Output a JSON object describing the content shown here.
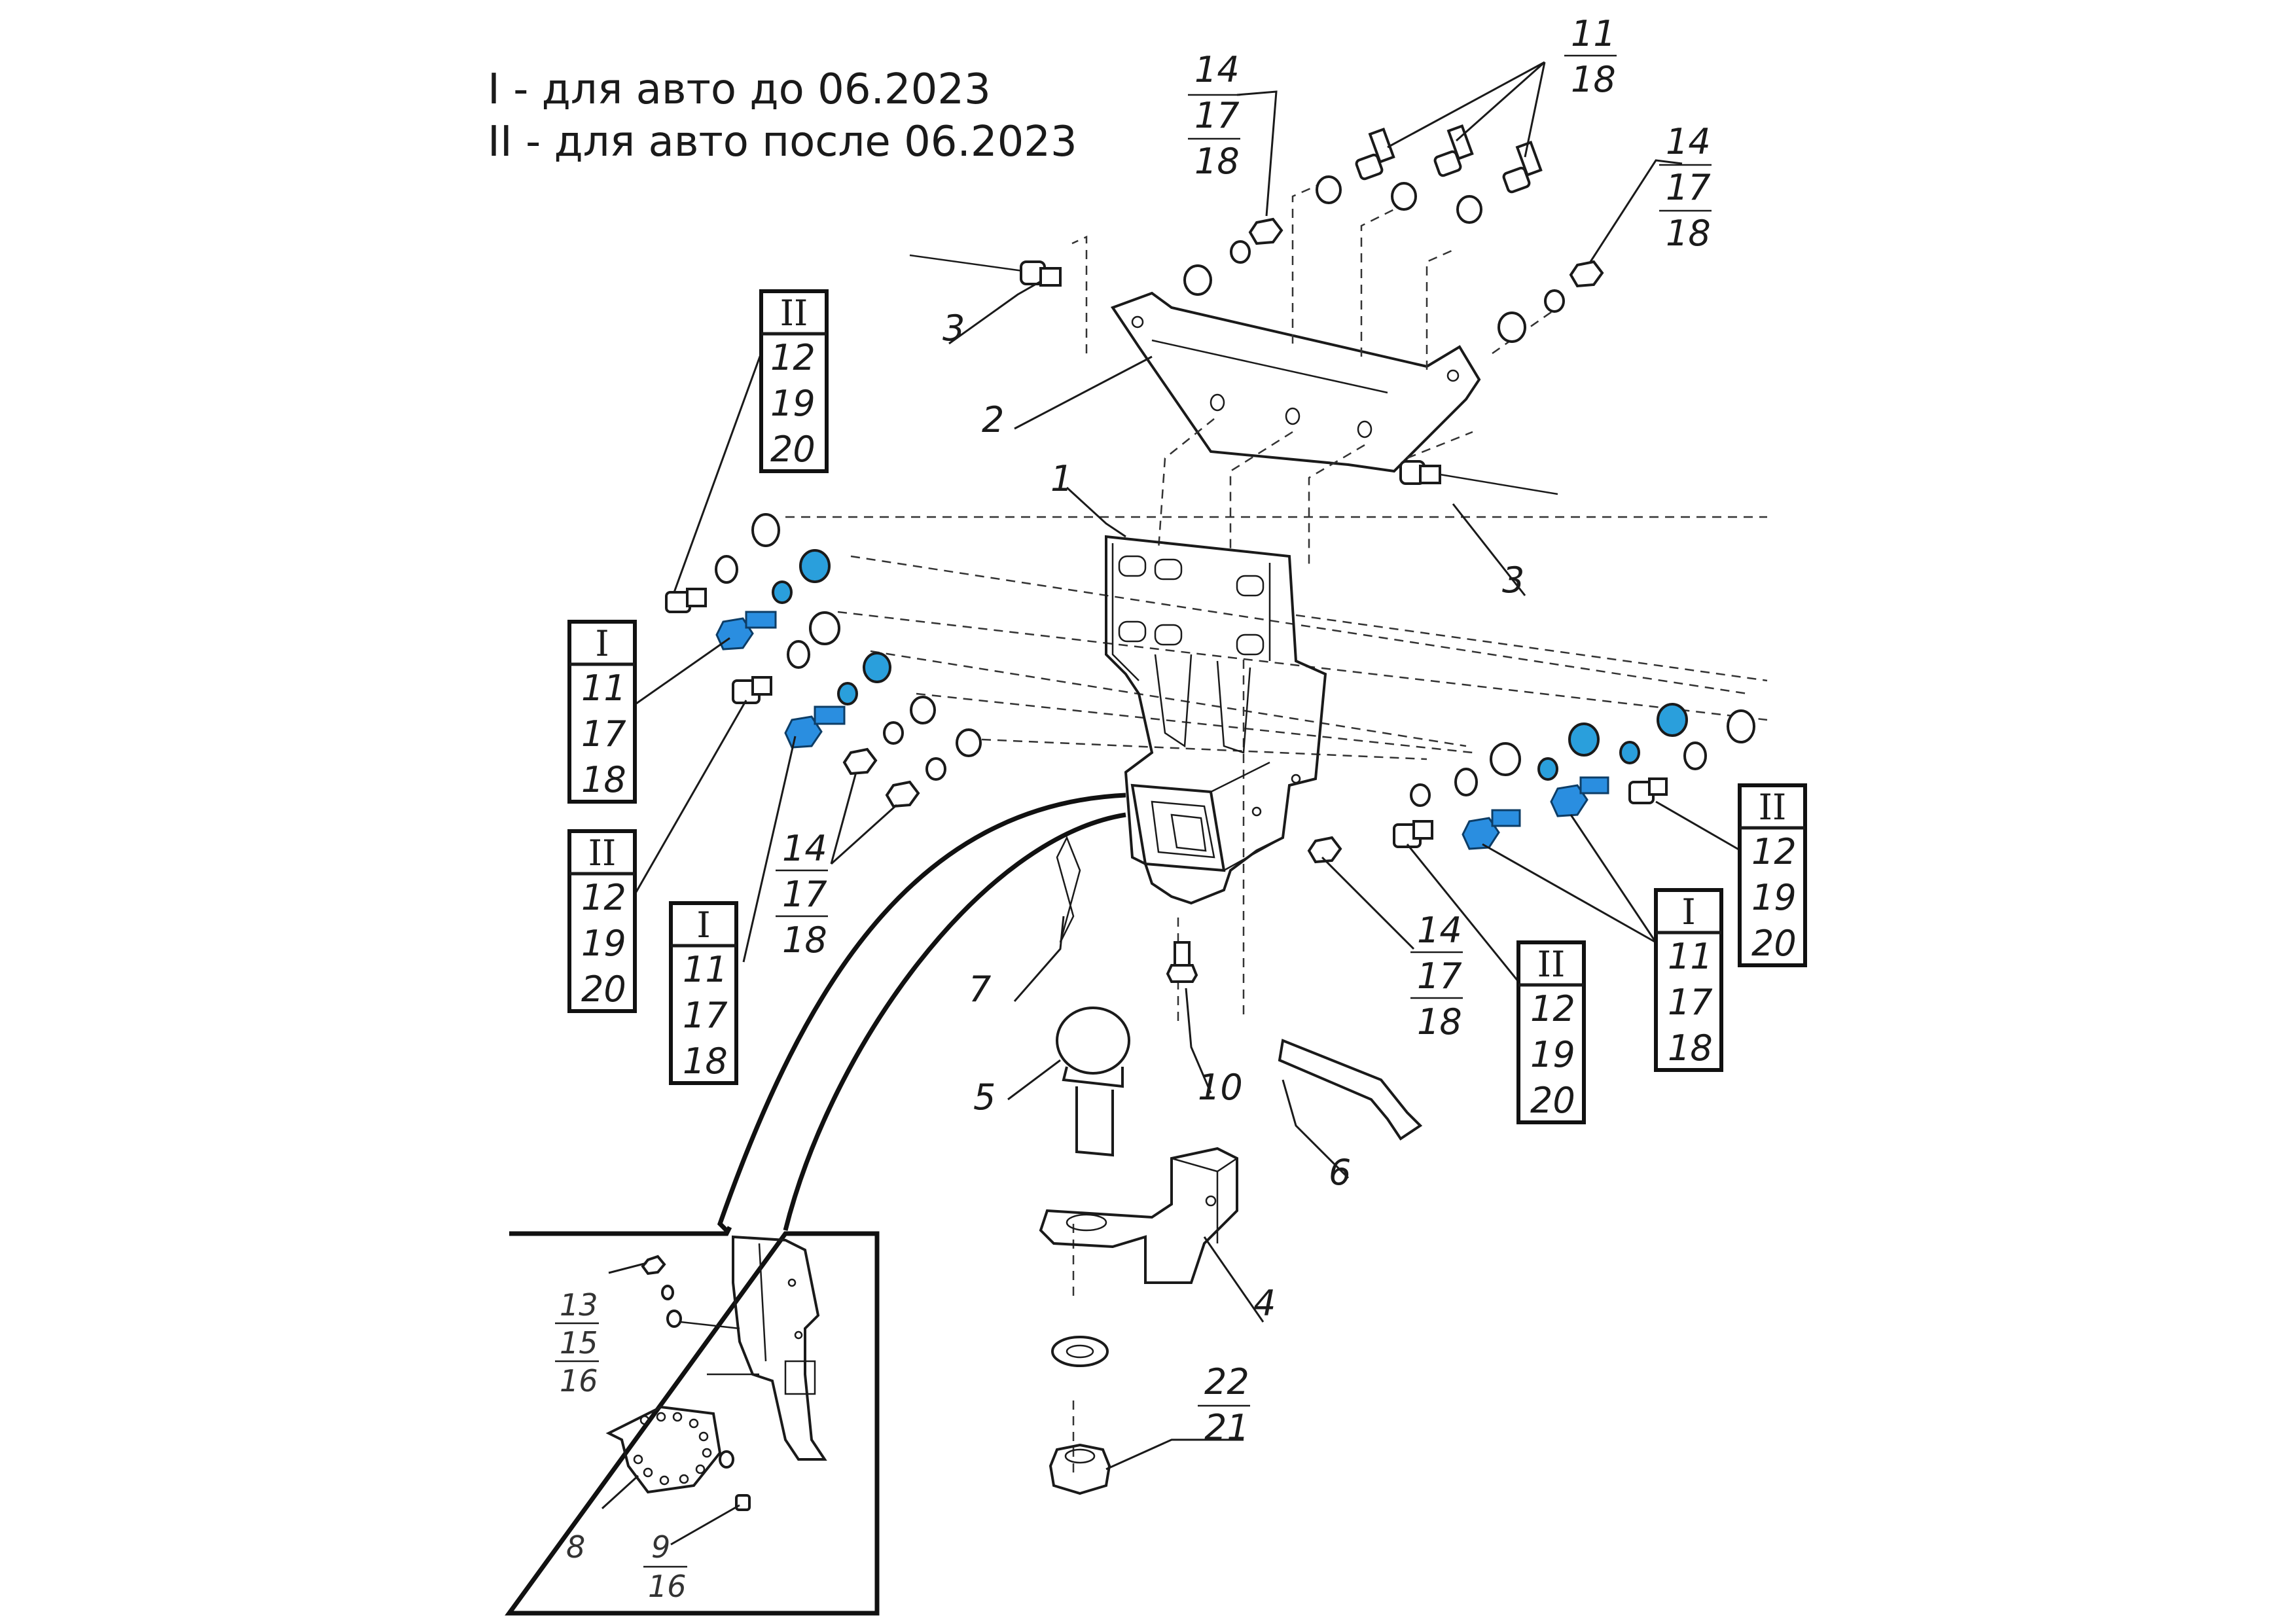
{
  "legend": {
    "line1": "I - для авто до 06.2023",
    "line2": "II - для авто после 06.2023"
  },
  "parts": {
    "p1": "1",
    "p2": "2",
    "p3a": "3",
    "p3b": "3",
    "p4": "4",
    "p5": "5",
    "p6": "6",
    "p7": "7",
    "p10": "10",
    "p11_top": "11",
    "p18_top": "18",
    "p14a": "14",
    "p17a": "17",
    "p18a": "18",
    "p14b": "14",
    "p17b": "17",
    "p18b": "18",
    "p14c": "14",
    "p17c": "17",
    "p18c": "18",
    "p14d": "14",
    "p17d": "17",
    "p18d": "18",
    "p22": "22",
    "p21": "21"
  },
  "boxes": [
    {
      "head": "II",
      "a": "12",
      "b": "19",
      "c": "20"
    },
    {
      "head": "I",
      "a": "11",
      "b": "17",
      "c": "18"
    },
    {
      "head": "II",
      "a": "12",
      "b": "19",
      "c": "20"
    },
    {
      "head": "I",
      "a": "11",
      "b": "17",
      "c": "18"
    },
    {
      "head": "II",
      "a": "12",
      "b": "19",
      "c": "20"
    },
    {
      "head": "I",
      "a": "11",
      "b": "17",
      "c": "18"
    },
    {
      "head": "II",
      "a": "12",
      "b": "19",
      "c": "20"
    }
  ],
  "inset": {
    "n13": "13",
    "n15": "15",
    "n16a": "16",
    "n8": "8",
    "n9": "9",
    "n16b": "16"
  },
  "colors": {
    "highlight": "#2a9fdc",
    "line": "#1a1a1a"
  }
}
